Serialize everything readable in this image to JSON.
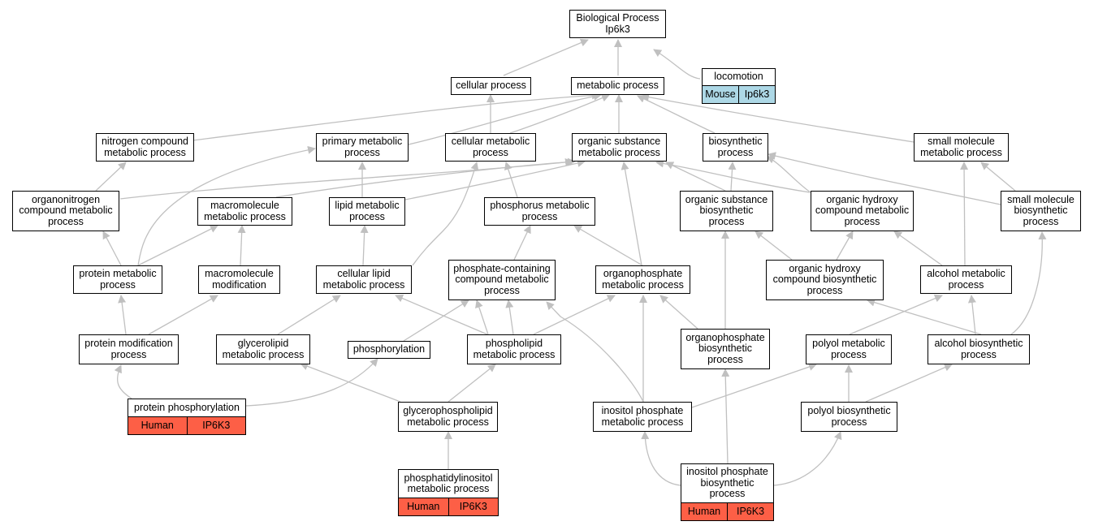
{
  "colors": {
    "edge": "#c0c0c0",
    "human": "#fd5f46",
    "mouse": "#add8e6",
    "border": "#000000"
  },
  "nodes": {
    "bp": "Biological Process\nIp6k3",
    "cellular_process": "cellular process",
    "metabolic_process": "metabolic process",
    "locomotion": "locomotion",
    "nitrogen_compound": "nitrogen compound\nmetabolic process",
    "primary_metabolic": "primary metabolic\nprocess",
    "cellular_metabolic": "cellular metabolic\nprocess",
    "organic_substance_metabolic": "organic substance\nmetabolic process",
    "biosynthetic": "biosynthetic\nprocess",
    "small_molecule_metabolic": "small molecule\nmetabolic process",
    "organonitrogen": "organonitrogen\ncompound metabolic\nprocess",
    "macromolecule_metabolic": "macromolecule\nmetabolic process",
    "lipid_metabolic": "lipid metabolic\nprocess",
    "phosphorus_metabolic": "phosphorus metabolic\nprocess",
    "organic_substance_biosynthetic": "organic substance\nbiosynthetic\nprocess",
    "organic_hydroxy_metabolic": "organic hydroxy\ncompound metabolic\nprocess",
    "small_molecule_biosynthetic": "small molecule\nbiosynthetic\nprocess",
    "protein_metabolic": "protein metabolic\nprocess",
    "macromolecule_modification": "macromolecule\nmodification",
    "cellular_lipid": "cellular lipid\nmetabolic process",
    "phosphate_containing": "phosphate-containing\ncompound metabolic\nprocess",
    "organophosphate_metabolic": "organophosphate\nmetabolic process",
    "organic_hydroxy_biosynthetic": "organic hydroxy\ncompound biosynthetic\nprocess",
    "alcohol_metabolic": "alcohol metabolic\nprocess",
    "protein_modification": "protein modification\nprocess",
    "glycerolipid": "glycerolipid\nmetabolic process",
    "phosphorylation": "phosphorylation",
    "phospholipid": "phospholipid\nmetabolic process",
    "organophosphate_biosynthetic": "organophosphate\nbiosynthetic\nprocess",
    "polyol_metabolic": "polyol metabolic\nprocess",
    "alcohol_biosynthetic": "alcohol biosynthetic\nprocess",
    "protein_phosphorylation": "protein phosphorylation",
    "glycerophospholipid": "glycerophospholipid\nmetabolic process",
    "inositol_phosphate_metabolic": "inositol phosphate\nmetabolic process",
    "polyol_biosynthetic": "polyol biosynthetic\nprocess",
    "phosphatidylinositol": "phosphatidylinositol\nmetabolic process",
    "inositol_phosphate_biosynthetic": "inositol phosphate\nbiosynthetic\nprocess"
  },
  "annotations": {
    "locomotion": {
      "species": "Mouse",
      "gene": "Ip6k3"
    },
    "protein_phosphorylation": {
      "species": "Human",
      "gene": "IP6K3"
    },
    "phosphatidylinositol": {
      "species": "Human",
      "gene": "IP6K3"
    },
    "inositol_phosphate_biosynthetic": {
      "species": "Human",
      "gene": "IP6K3"
    }
  }
}
